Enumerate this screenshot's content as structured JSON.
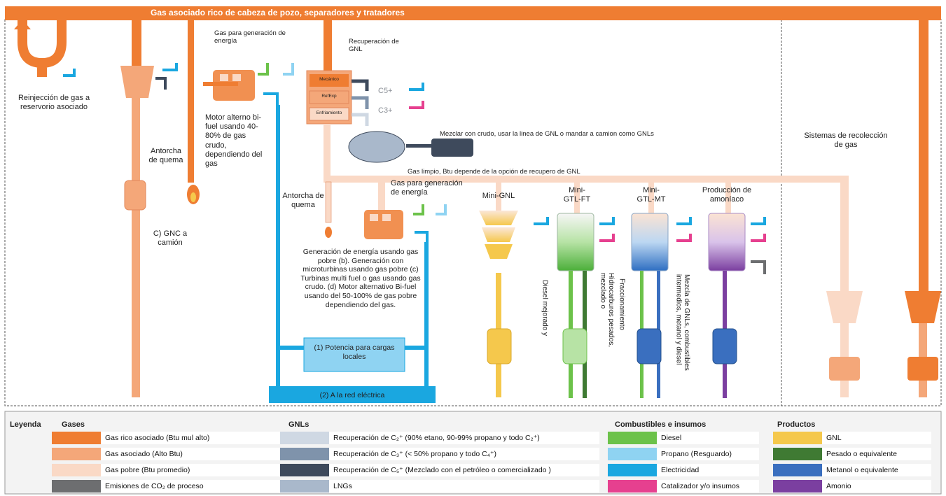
{
  "top_pipe_label": "Gas asociado rico de cabeza de pozo, separadores y tratadores",
  "labels": {
    "reinjection": "Reinjección de gas a reservorio asociado",
    "flare1": "Antorcha de quema",
    "gnc_truck": "C) GNC a camión",
    "power_gen1": "Gas para generación de energía",
    "motor": "Motor alterno bi-fuel usando 40-80% de gas crudo, dependiendo del gas",
    "gnl_recovery": "Recuperación de GNL",
    "unit_boxes": [
      "Mecánico",
      "RefExp",
      "Enfriamiento"
    ],
    "c5": "C5+",
    "c3": "C3+",
    "mix_crude": "Mezclar con crudo, usar la linea de GNL o mandar a camion como GNLs",
    "clean_gas": "Gas limpio, Btu depende de la opción de recupero de GNL",
    "flare2": "Antorcha de quema",
    "power_gen2": "Gas para generación de energía",
    "power_desc": "Generación de energía usando gas pobre (b). Generación con microturbinas usando gas pobre (c) Turbinas multi fuel o gas usando gas crudo. (d) Motor alternativo Bi-fuel usando del 50-100% de gas pobre dependiendo del gas.",
    "local_power": "(1) Potencia para cargas locales",
    "grid": "(2) A la red eléctrica",
    "mini_gnl": "Mini-GNL",
    "mini_gtl_ft": "Mini-GTL-FT",
    "mini_gtl_mt": "Mini-GTL-MT",
    "ammonia": "Producción de amoníaco",
    "diesel_improved": "Diesel mejorado y",
    "heavy_hc": "Hidrocarburos pesados, mezclado o",
    "fractionation": "Fraccionamiento",
    "gnl_mix": "Mezcla de GNLs, combustibles intermedios, metanol y diesel",
    "gathering": "Sistemas de recolección de gas"
  },
  "legend": {
    "title": "Leyenda",
    "gases": {
      "title": "Gases",
      "items": [
        {
          "label": "Gas rico asociado (Btu mul alto)",
          "color": "#ef7d32"
        },
        {
          "label": "Gas asociado (Alto Btu)",
          "color": "#f4a779"
        },
        {
          "label": "Gas pobre (Btu promedio)",
          "color": "#fad9c6"
        },
        {
          "label": "Emisiones de CO₂ de proceso",
          "color": "#6d6e70"
        }
      ]
    },
    "gnls": {
      "title": "GNLs",
      "items": [
        {
          "label": "Recuperación de C₂⁺ (90% etano, 90-99% propano y todo C₂⁺)",
          "color": "#cfd8e3"
        },
        {
          "label": "Recuperación de C₃⁺ (< 50% propano y todo C₄⁺)",
          "color": "#7f93ab"
        },
        {
          "label": "Recuperación de C₅⁺ (Mezclado con el petróleo o comercializado )",
          "color": "#3e4a5c"
        },
        {
          "label": "LNGs",
          "color": "#a9b8cb"
        }
      ]
    },
    "fuels": {
      "title": "Combustibles e insumos",
      "items": [
        {
          "label": "Diesel",
          "color": "#6cc24a"
        },
        {
          "label": "Propano (Resguardo)",
          "color": "#8fd3f2"
        },
        {
          "label": "Electricidad",
          "color": "#1aa7e0"
        },
        {
          "label": "Catalizador y/o insumos",
          "color": "#e6408f"
        }
      ]
    },
    "products": {
      "title": "Productos",
      "items": [
        {
          "label": "GNL",
          "color": "#f5c84c"
        },
        {
          "label": "Pesado o equivalente",
          "color": "#3f7a33"
        },
        {
          "label": "Metanol o equivalente",
          "color": "#3a6fbf"
        },
        {
          "label": "Amonio",
          "color": "#7b3fa0"
        }
      ]
    }
  }
}
